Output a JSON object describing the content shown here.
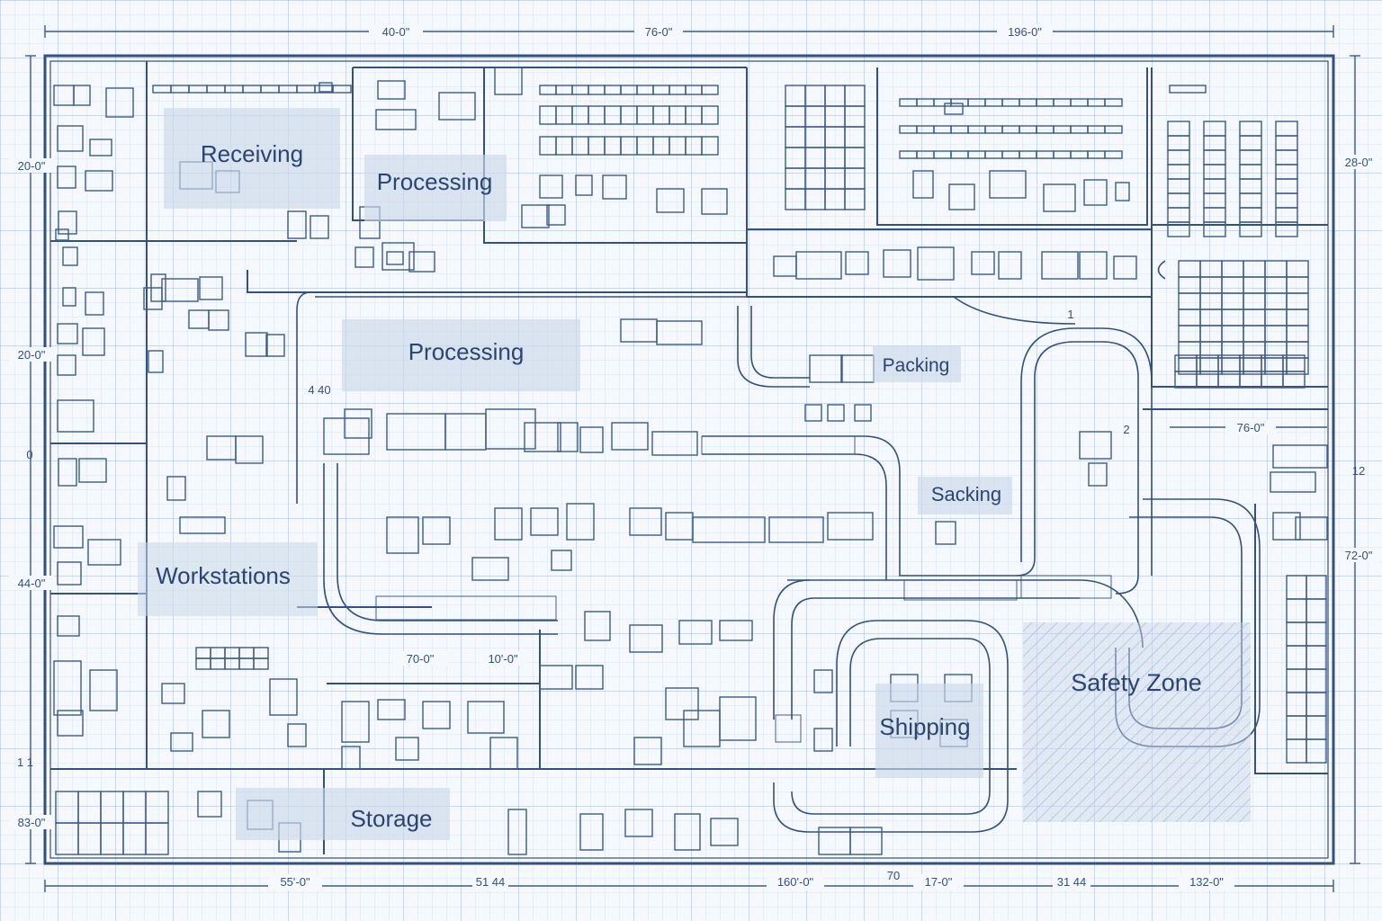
{
  "zones": {
    "receiving": "Receiving",
    "processing_top": "Processing",
    "processing_mid": "Processing",
    "packing": "Packing",
    "sacking": "Sacking",
    "workstations": "Workstations",
    "shipping": "Shipping",
    "storage": "Storage",
    "safety_zone": "Safety Zone"
  },
  "dimensions": {
    "top": [
      "40-0\"",
      "76-0\"",
      "196-0\""
    ],
    "bottom": [
      "55'-0\"",
      "51 44",
      "160'-0\"",
      "70",
      "17-0\"",
      "31 44",
      "132-0\""
    ],
    "left": [
      "20-0\"",
      "20-0\"",
      "0",
      "44-0\"",
      "1 1",
      "83-0\""
    ],
    "right": [
      "28-0\"",
      "76-0\"",
      "12",
      "72-0\""
    ],
    "interior": [
      "4 40",
      "70-0\"",
      "10'-0\"",
      "1",
      "2"
    ]
  },
  "colors": {
    "ink": "#34507e",
    "zone_fill": "#c9d8ea",
    "hatch": "#9fb3d0",
    "paper": "#f5f8fc"
  }
}
